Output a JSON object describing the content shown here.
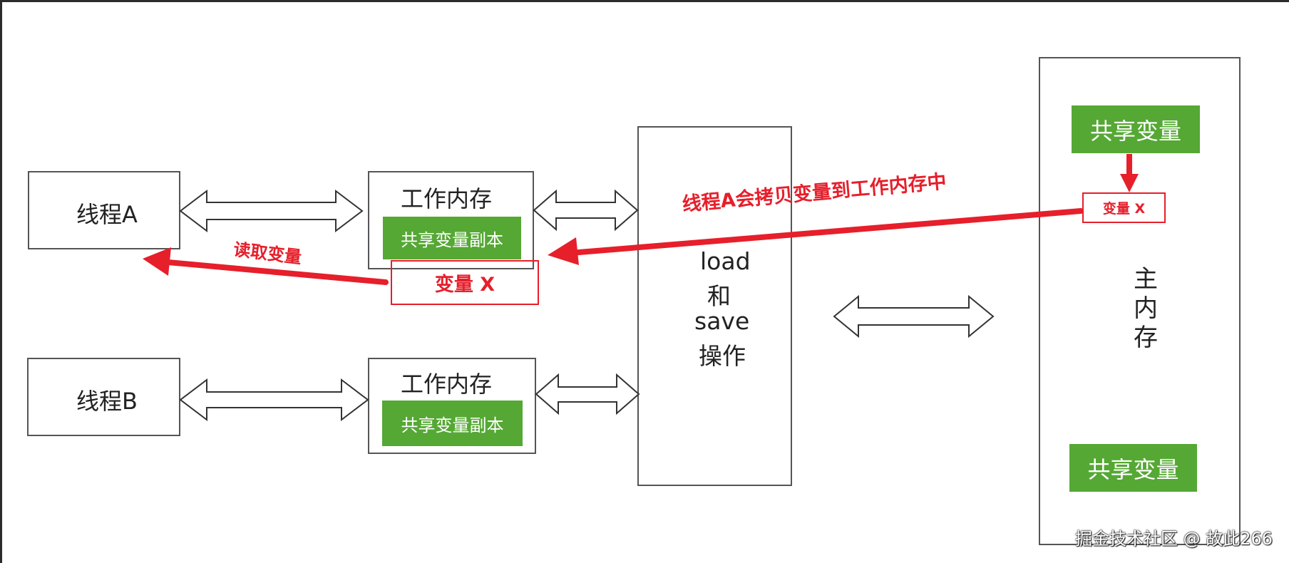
{
  "thread_a": {
    "label": "线程A"
  },
  "thread_b": {
    "label": "线程B"
  },
  "work_mem_a": {
    "title": "工作内存",
    "copy": "共享变量副本"
  },
  "work_mem_b": {
    "title": "工作内存",
    "copy": "共享变量副本"
  },
  "load_save": {
    "line1": "load",
    "line2": "和",
    "line3": "save",
    "line4": "操作"
  },
  "main_memory": {
    "line1": "主",
    "line2": "内",
    "line3": "存",
    "shared_top": "共享变量",
    "shared_bottom": "共享变量"
  },
  "annotations": {
    "var_x_main": "变量 X",
    "var_x_work": "变量 X",
    "copy_note": "线程A会拷贝变量到工作内存中",
    "read_note": "读取变量"
  },
  "watermark": "掘金技术社区 @ 故此266",
  "colors": {
    "green": "#55a834",
    "red": "#e61f2b",
    "border": "#555555"
  }
}
